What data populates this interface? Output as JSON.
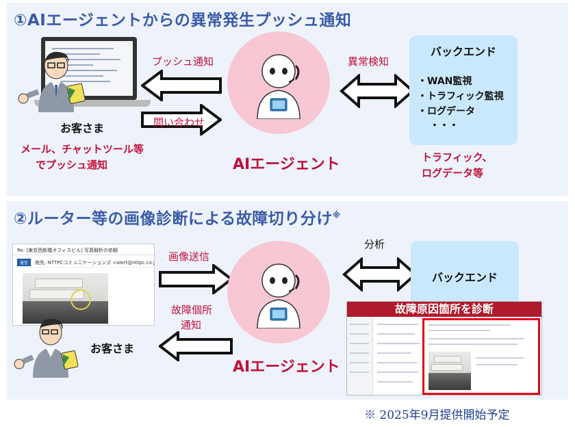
{
  "section1": {
    "title": "①AIエージェントからの異常発生プッシュ通知",
    "customer_label": "お客さま",
    "customer_note_line1": "メール、チャットツール等",
    "customer_note_line2": "でプッシュ通知",
    "arrow_push_label": "プッシュ通知",
    "arrow_inquiry_label": "問い合わせ",
    "ai_agent_label": "AIエージェント",
    "anomaly_label": "異常検知",
    "backend": {
      "title": "バックエンド",
      "items": [
        "・WAN監視",
        "・トラフィック監視",
        "・ログデータ",
        "・・・"
      ]
    },
    "backend_note_line1": "トラフィック、",
    "backend_note_line2": "ログデータ等"
  },
  "section2": {
    "title": "②ルーター等の画像診断による故障切り分け",
    "title_mark": "※",
    "mail_subject": "Re: [東京西新橋オフィスビル] 写真解析の依頼",
    "mail_reply": "返信",
    "mail_to": "宛先: NTTPCコミュニケーションズ <alert@nttpc.co.jp>",
    "arrow_image_label": "画像送信",
    "arrow_fault_label_line1": "故障個所",
    "arrow_fault_label_line2": "通知",
    "customer_label": "お客さま",
    "ai_agent_label": "AIエージェント",
    "analysis_label": "分析",
    "backend_title": "バックエンド",
    "diag_banner": "故障原因箇所を診断"
  },
  "footnote": "※ 2025年9月提供開始予定",
  "colors": {
    "title": "#3a5ba8",
    "accent_red": "#c0103a",
    "panel_bg": "#eef3fb",
    "circle_pink": "#f8c7d4",
    "backend_blue": "#c9e8fb"
  }
}
